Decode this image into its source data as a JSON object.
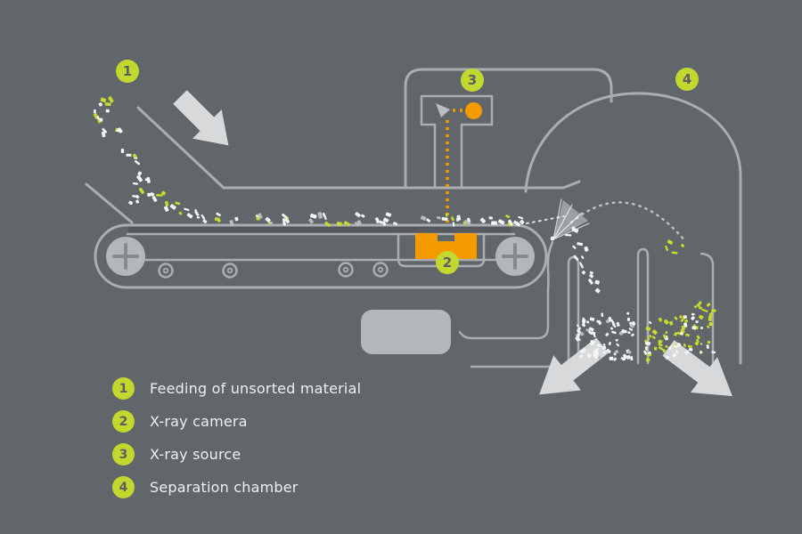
{
  "diagram": {
    "badges": [
      "1",
      "2",
      "3",
      "4"
    ]
  },
  "legend": {
    "items": [
      {
        "num": "1",
        "label": "Feeding of unsorted material"
      },
      {
        "num": "2",
        "label": "X-ray camera"
      },
      {
        "num": "3",
        "label": "X-ray source"
      },
      {
        "num": "4",
        "label": "Separation chamber"
      }
    ]
  },
  "colors": {
    "background": "#61666b",
    "line": "#a9aeb1",
    "accent_orange": "#f59b00",
    "accent_green": "#c3d82f",
    "badge_digit": "#5a5f64",
    "text": "#eef0f0",
    "fill_light": "#d7d9da",
    "fill_mid": "#b3b7ba",
    "particle_green": "#c9da2e",
    "particle_white": "#f4f6f4",
    "belt_band": "#565a5e"
  }
}
